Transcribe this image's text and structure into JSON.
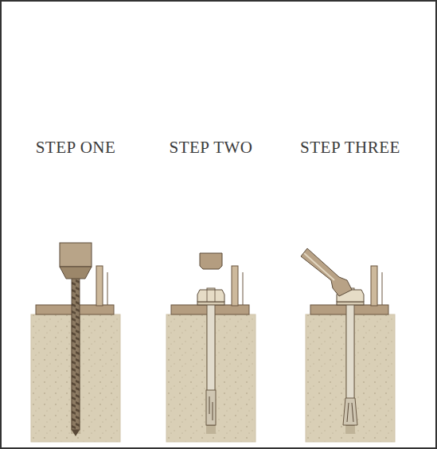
{
  "diagram": {
    "labels": [
      "STEP ONE",
      "STEP TWO",
      "STEP THREE"
    ]
  }
}
